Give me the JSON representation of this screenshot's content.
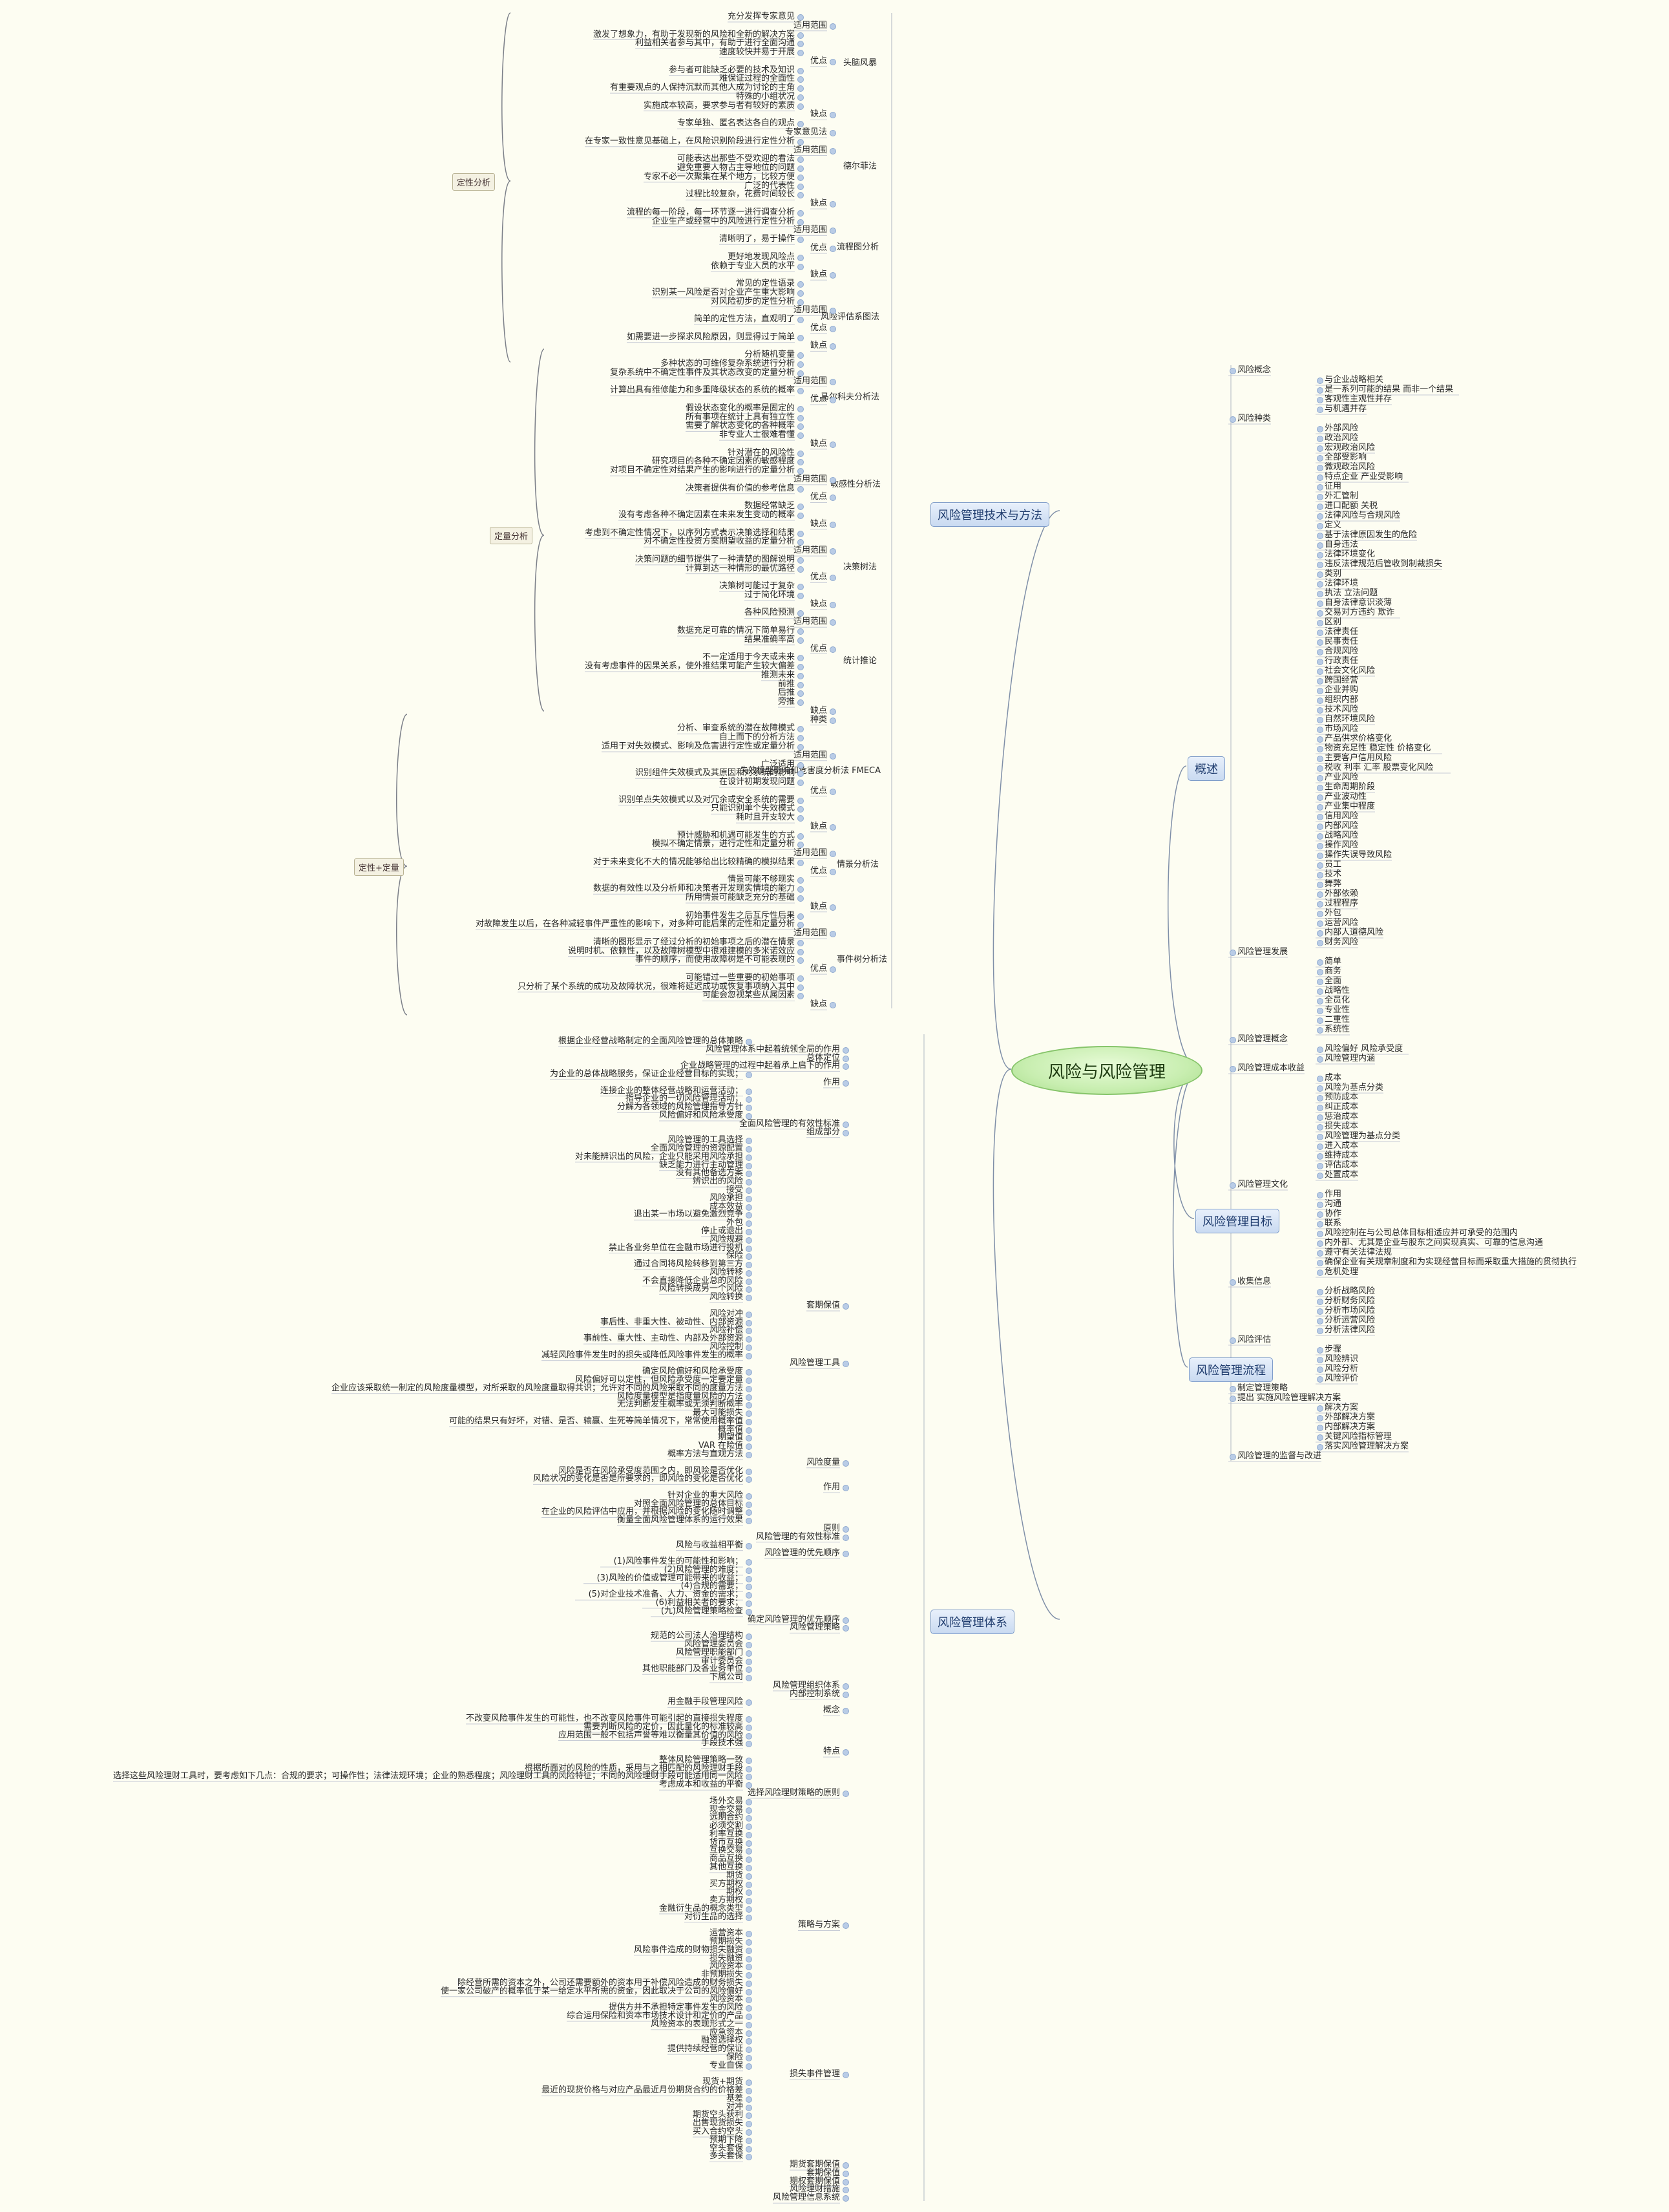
{
  "root": "风险与风险管理",
  "main": {
    "tech_methods": "风险管理技术与方法",
    "system": "风险管理体系",
    "overview": "概述",
    "goal": "风险管理目标",
    "process": "风险管理流程"
  },
  "categories": {
    "qualitative": "定性分析",
    "quantitative": "定量分析",
    "mixed": "定性+定量"
  },
  "methods": {
    "brainstorm": "头脑风暴",
    "delphi": "德尔菲法",
    "flowchart": "流程图分析",
    "risk_eval": "风险评估系图法",
    "markov": "马尔科夫分析法",
    "sensitivity": "敏感性分析法",
    "decision_tree": "决策树法",
    "statistics": "统计推论",
    "fmeca": "失效模型影响和危害度分析法 FMECA",
    "scenario": "情景分析法",
    "event_tree": "事件树分析法"
  },
  "left_items": [
    "充分发挥专家意见",
    "适用范围",
    "激发了想象力，有助于发现新的风险和全新的解决方案",
    "利益相关者参与其中，有助于进行全面沟通",
    "速度较快并易于开展",
    "优点",
    "参与者可能缺乏必要的技术及知识",
    "难保证过程的全面性",
    "有重要观点的人保持沉默而其他人成为讨论的主角",
    "特殊的小组状况",
    "实施成本较高，要求参与者有较好的素质",
    "缺点",
    "专家单独、匿名表达各自的观点",
    "专家意见法",
    "在专家一致性意见基础上，在风险识别阶段进行定性分析",
    "适用范围",
    "可能表达出那些不受欢迎的看法",
    "避免重要人物占主导地位的问题",
    "专家不必一次聚集在某个地方，比较方便",
    "广泛的代表性",
    "过程比较复杂，花费时间较长",
    "缺点",
    "流程的每一阶段，每一环节逐一进行调查分析",
    "企业生产或经营中的风险进行定性分析",
    "适用范围",
    "清晰明了，易于操作",
    "优点",
    "更好地发现风险点",
    "依赖于专业人员的水平",
    "缺点",
    "常见的定性语录",
    "识别某一风险是否对企业产生重大影响",
    "对风险初步的定性分析",
    "适用范围",
    "简单的定性方法，直观明了",
    "优点",
    "如需要进一步探求风险原因，则显得过于简单",
    "缺点",
    "分析随机变量",
    "多种状态的可维修复杂系统进行分析",
    "复杂系统中不确定性事件及其状态改变的定量分析",
    "适用范围",
    "计算出具有维修能力和多重降级状态的系统的概率",
    "优点",
    "假设状态变化的概率是固定的",
    "所有事项在统计上具有独立性",
    "需要了解状态变化的各种概率",
    "非专业人士很难看懂",
    "缺点",
    "针对潜在的风险性",
    "研究项目的各种不确定因素的敏感程度",
    "对项目不确定性对结果产生的影响进行的定量分析",
    "适用范围",
    "决策者提供有价值的参考信息",
    "优点",
    "数据经常缺乏",
    "没有考虑各种不确定因素在未来发生变动的概率",
    "缺点",
    "考虑到不确定性情况下，以序列方式表示决策选择和结果",
    "对不确定性投资方案期望收益的定量分析",
    "适用范围",
    "决策问题的细节提供了一种清楚的图解说明",
    "计算到达一种情形的最优路径",
    "优点",
    "决策树可能过于复杂",
    "过于简化环境",
    "缺点",
    "各种风险预测",
    "适用范围",
    "数据充足可靠的情况下简单易行",
    "结果准确率高",
    "优点",
    "不一定适用于今天或未来",
    "没有考虑事件的因果关系，使外推结果可能产生较大偏差",
    "推测未来",
    "前推",
    "后推",
    "旁推",
    "缺点",
    "种类",
    "分析、审查系统的潜在故障模式",
    "自上而下的分析方法",
    "适用于对失效模式、影响及危害进行定性或定量分析",
    "适用范围",
    "广泛适用",
    "识别组件失效模式及其原因和对系统的影响",
    "在设计初期发现问题",
    "优点",
    "识别单点失效模式以及对冗余或安全系统的需要",
    "只能识别单个失效模式",
    "耗时且开支较大",
    "缺点",
    "预计威胁和机遇可能发生的方式",
    "模拟不确定情景，进行定性和定量分析",
    "适用范围",
    "对于未来变化不大的情况能够给出比较精确的模拟结果",
    "优点",
    "情景可能不够现实",
    "数据的有效性以及分析师和决策者开发现实情境的能力",
    "所用情景可能缺乏充分的基础",
    "缺点",
    "初始事件发生之后互斥性后果",
    "对故障发生以后，在各种减轻事件严重性的影响下，对多种可能后果的定性和定量分析",
    "适用范围",
    "清晰的图形显示了经过分析的初始事项之后的潜在情景",
    "说明时机、依赖性，以及故障树模型中很难建模的多米诺效应",
    "事件的顺序，而使用故障树是不可能表现的",
    "优点",
    "可能错过一些重要的初始事项",
    "只分析了某个系统的成功及故障状况，很难将延迟成功或恢复事项纳入其中",
    "可能会忽视某些从属因素",
    "缺点"
  ],
  "system_items": [
    "根据企业经营战略制定的全面风险管理的总体策略",
    "风险管理体系中起着统领全局的作用",
    "总体定位",
    "企业战略管理的过程中起着承上启下的作用",
    "为企业的总体战略服务，保证企业经营目标的实现；",
    "作用",
    "连接企业的整体经营战略和运营活动；",
    "指导企业的一切风险管理活动；",
    "分解为各领域的风险管理指导方针",
    "风险偏好和风险承受度",
    "全面风险管理的有效性标准",
    "组成部分",
    "风险管理的工具选择",
    "全面风险管理的资源配置",
    "对未能辨识出的风险，企业只能采用风险承担",
    "缺乏能力进行主动管理",
    "没有其他备选方案",
    "辨识出的风险",
    "接受",
    "风险承担",
    "成本效益",
    "退出某一市场以避免激烈竞争",
    "外包",
    "停止或退出",
    "风险规避",
    "禁止各业务单位在金融市场进行投机",
    "保险",
    "通过合同将风险转移到第三方",
    "风险转移",
    "不会直接降低企业总的风险",
    "风险转换成另一个风险",
    "风险转换",
    "套期保值",
    "风险对冲",
    "事后性、非重大性、被动性、内部资源",
    "风险补偿",
    "事前性、重大性、主动性、内部及外部资源",
    "风险控制",
    "减轻风险事件发生时的损失或降低风险事件发生的概率",
    "风险管理工具",
    "确定风险偏好和风险承受度",
    "风险偏好可以定性，但风险承受度一定要定量",
    "企业应该采取统一制定的风险度量模型，对所采取的风险度量取得共识；允许对不同的风险采取不同的度量方法",
    "风险度量模型是指度量风险的方法",
    "无法判断发生概率或无须判断概率",
    "最大可能损失",
    "可能的结果只有好坏，对错、是否、输赢、生死等简单情况下，常常使用概率值",
    "概率值",
    "期望值",
    "VAR 在险值",
    "概率方法与直观方法",
    "风险度量",
    "风险是否在风险承受度范围之内，即风险是否优化",
    "风险状况的变化是否是所要求的，即风险的变化是否优化",
    "作用",
    "针对企业的重大风险",
    "对照全面风险管理的总体目标",
    "在企业的风险评估中应用，并根据风险的变化随时调整",
    "衡量全面风险管理体系的运行效果",
    "原则",
    "风险管理的有效性标准",
    "风险与收益相平衡",
    "风险管理的优先顺序",
    "(1)风险事件发生的可能性和影响；",
    "(2)风险管理的难度；",
    "(3)风险的价值或管理可能带来的收益；",
    "(4)合规的需要；",
    "(5)对企业技术准备、人力、资金的需求；",
    "(6)利益相关者的要求；",
    "(九)风险管理策略检查",
    "确定风险管理的优先顺序",
    "风险管理策略",
    "规范的公司法人治理结构",
    "风险管理委员会",
    "风险管理职能部门",
    "审计委员会",
    "其他职能部门及各业务单位",
    "下属公司",
    "风险管理组织体系",
    "内部控制系统",
    "用金融手段管理风险",
    "概念",
    "不改变风险事件发生的可能性，也不改变风险事件可能引起的直接损失程度",
    "需要判断风险的定价，因此量化的标准较高",
    "应用范围一般不包括声誉等难以衡量其价值的风险",
    "手段技术强",
    "特点",
    "整体风险管理策略一致",
    "根据所面对的风险的性质，采用与之相匹配的风险理财手段",
    "选择这些风险理财工具时，要考虑如下几点：合规的要求；可操作性；法律法规环境；企业的熟悉程度；风险理财工具的风险特征；不同的风险理财手段可能适用同一风险",
    "考虑成本和收益的平衡",
    "选择风险理财策略的原则",
    "场外交易",
    "现金交易",
    "远期合约",
    "必须交割",
    "利率互换",
    "货币互换",
    "互换交易",
    "商品互换",
    "其他互换",
    "期货",
    "买方期权",
    "期权",
    "卖方期权",
    "金融衍生品的概念类型",
    "对衍生品的选择",
    "策略与方案",
    "运营资本",
    "预期损失",
    "风险事件造成的财物损失融资",
    "损失融资",
    "风险资本",
    "非预期损失",
    "除经营所需的资本之外，公司还需要额外的资本用于补偿风险造成的财务损失",
    "使一家公司破产的概率低于某一给定水平所需的资金，因此取决于公司的风险偏好",
    "风险资本",
    "提供方并不承担特定事件发生的风险",
    "综合运用保险和资本市场技术设计和定价的产品",
    "风险资本的表现形式之一",
    "应急资本",
    "融资选择权",
    "提供持续经营的保证",
    "保险",
    "专业自保",
    "损失事件管理",
    "现货+期货",
    "最近的现货价格与对应产品最近月份期货合约的价格差",
    "基差",
    "对冲",
    "期货空头获利",
    "出售现货损失",
    "买入合约空头",
    "预期下降",
    "空头套保",
    "多头套保",
    "期货套期保值",
    "套期保值",
    "期权套期保值",
    "风险理财措施",
    "风险管理信息系统"
  ],
  "right_items": [
    "风险概念",
    "与企业战略相关",
    "是一系列可能的结果 而非一个结果",
    "客观性主观性并存",
    "与机遇并存",
    "风险种类",
    "外部风险",
    "政治风险",
    "宏观政治风险",
    "全部受影响",
    "微观政治风险",
    "特点企业 产业受影响",
    "征用",
    "外汇管制",
    "进口配额 关税",
    "法律风险与合规风险",
    "定义",
    "基于法律原因发生的危险",
    "自身违法",
    "法律环境变化",
    "违反法律规范后管收到制裁损失",
    "类别",
    "法律环境",
    "执法 立法问题",
    "自身法律意识淡薄",
    "交易对方违约 欺诈",
    "区别",
    "法律责任",
    "民事责任",
    "合规风险",
    "行政责任",
    "社会文化风险",
    "跨国经营",
    "企业并购",
    "组织内部",
    "技术风险",
    "自然环境风险",
    "市场风险",
    "产品供求价格变化",
    "物资充足性 稳定性 价格变化",
    "主要客户信用风险",
    "税收 利率 汇率 股票变化风险",
    "产业风险",
    "生命周期阶段",
    "产业波动性",
    "产业集中程度",
    "信用风险",
    "内部风险",
    "战略风险",
    "操作风险",
    "操作失误导致风险",
    "员工",
    "技术",
    "舞弊",
    "外部依赖",
    "过程程序",
    "外包",
    "运营风险",
    "内部人道德风险",
    "财务风险",
    "风险管理发展",
    "简单",
    "商务",
    "全面",
    "战略性",
    "全员化",
    "专业性",
    "二重性",
    "系统性",
    "风险管理概念",
    "风险偏好 风险承受度",
    "风险管理内涵",
    "风险管理成本收益",
    "成本",
    "风险为基点分类",
    "预防成本",
    "纠正成本",
    "惩治成本",
    "损失成本",
    "风险管理为基点分类",
    "进入成本",
    "维持成本",
    "评估成本",
    "处置成本",
    "风险管理文化",
    "作用",
    "沟通",
    "协作",
    "联系",
    "风险控制在与公司总体目标相适应并可承受的范围内",
    "内外部、尤其是企业与股东之间实现真实、可靠的信息沟通",
    "遵守有关法律法规",
    "确保企业有关规章制度和为实现经营目标而采取重大措施的贯彻执行",
    "危机处理",
    "收集信息",
    "分析战略风险",
    "分析财务风险",
    "分析市场风险",
    "分析运营风险",
    "分析法律风险",
    "风险评估",
    "步骤",
    "风险辨识",
    "风险分析",
    "风险评价",
    "制定管理策略",
    "提出 实施风险管理解决方案",
    "解决方案",
    "外部解决方案",
    "内部解决方案",
    "关键风险指标管理",
    "落实风险管理解决方案",
    "风险管理的监督与改进"
  ]
}
